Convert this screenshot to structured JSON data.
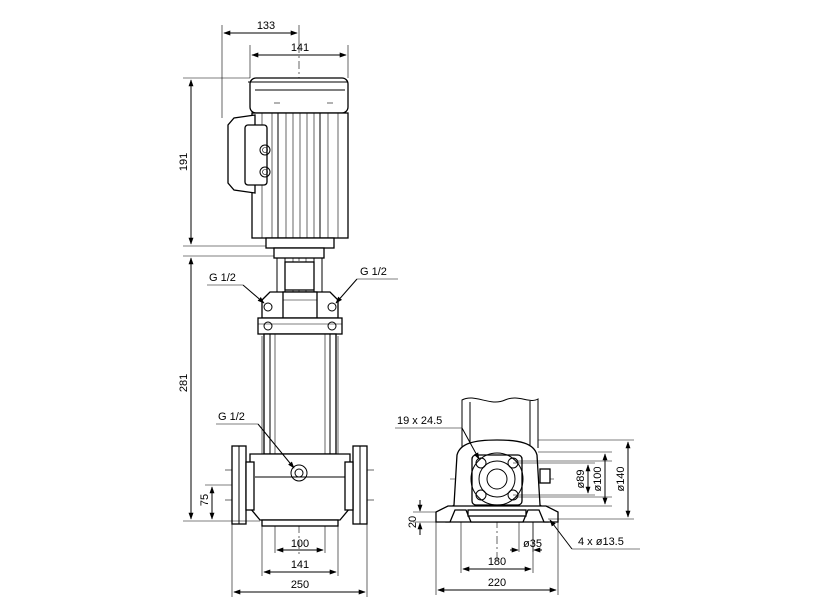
{
  "front_view": {
    "dims": {
      "width_top_133": "133",
      "width_top_141": "141",
      "height_191": "191",
      "height_281": "281",
      "height_75": "75",
      "width_100": "100",
      "width_141": "141",
      "width_250": "250"
    },
    "connections": {
      "left_upper": "G 1/2",
      "right_upper": "G 1/2",
      "lower": "G 1/2"
    }
  },
  "side_view": {
    "dims": {
      "flange_slot": "19 x 24.5",
      "bolt_circle_89": "ø89",
      "bolt_circle_100": "ø100",
      "flange_dia_140": "ø140",
      "foot_height": "20",
      "width_180": "180",
      "pipe_35": "ø35",
      "holes": "4 x ø13.5",
      "width_220": "220"
    }
  }
}
